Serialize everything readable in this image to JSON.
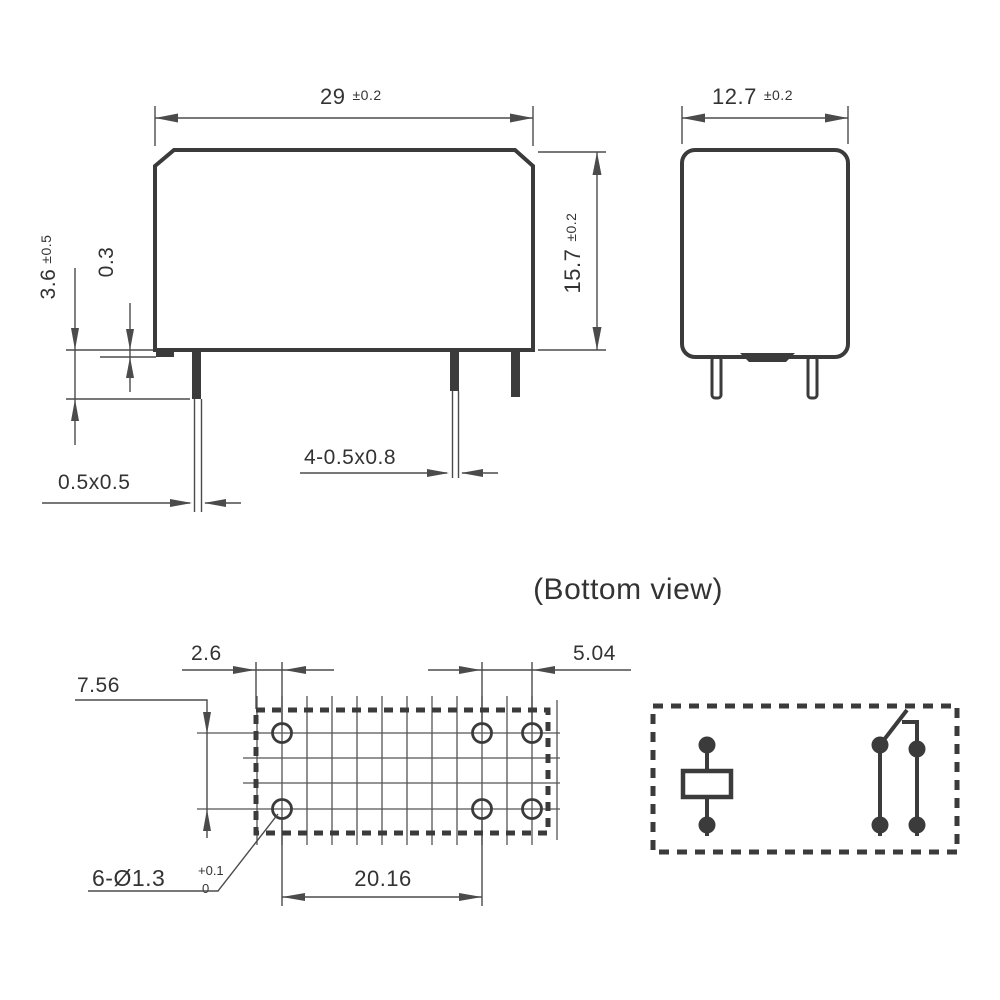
{
  "colors": {
    "line-color": "#3b3b3b",
    "dim-color": "#4b4b4b",
    "text-color": "#333333",
    "bg-color": "#ffffff"
  },
  "views": {
    "front": {
      "dim_width": "29",
      "dim_width_tol": "±0.2",
      "dim_height": "15.7",
      "dim_height_tol": "±0.2",
      "dim_standoff": "3.6",
      "dim_standoff_tol": "±0.5",
      "dim_step": "0.3",
      "dim_pin_corner": "0.5x0.5",
      "dim_pins": "4-0.5x0.8"
    },
    "side": {
      "dim_width": "12.7",
      "dim_width_tol": "±0.2"
    },
    "bottom": {
      "title": "(Bottom view)",
      "dim_edge_offset": "2.6",
      "dim_row_pitch": "7.56",
      "dim_contact_pitch": "5.04",
      "dim_pin_span": "20.16",
      "hole_spec": "6-Ø1.3",
      "hole_tol_upper": "+0.1",
      "hole_tol_lower": "0"
    }
  }
}
